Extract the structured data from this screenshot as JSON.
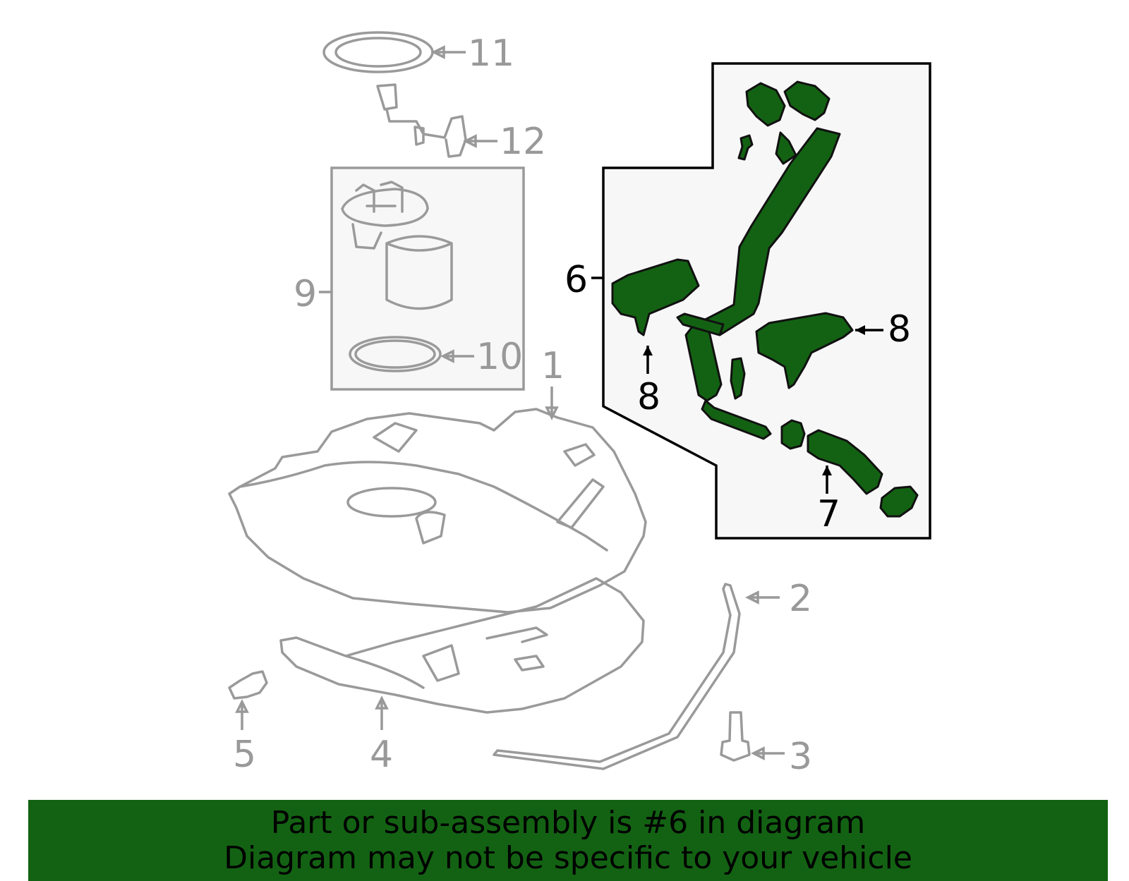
{
  "callouts": {
    "c1": "1",
    "c2": "2",
    "c3": "3",
    "c4": "4",
    "c5": "5",
    "c6": "6",
    "c7": "7",
    "c8a": "8",
    "c8b": "8",
    "c9": "9",
    "c10": "10",
    "c11": "11",
    "c12": "12"
  },
  "highlighted_part": "6",
  "colors": {
    "highlight_green": "#136213",
    "banner_green": "#136213",
    "inactive_gray": "#9a9a9a",
    "group_box_fill": "#f7f7f7"
  },
  "banner": {
    "line1": "Part or sub-assembly is #6 in diagram",
    "line2": "Diagram may not be specific to your vehicle"
  }
}
